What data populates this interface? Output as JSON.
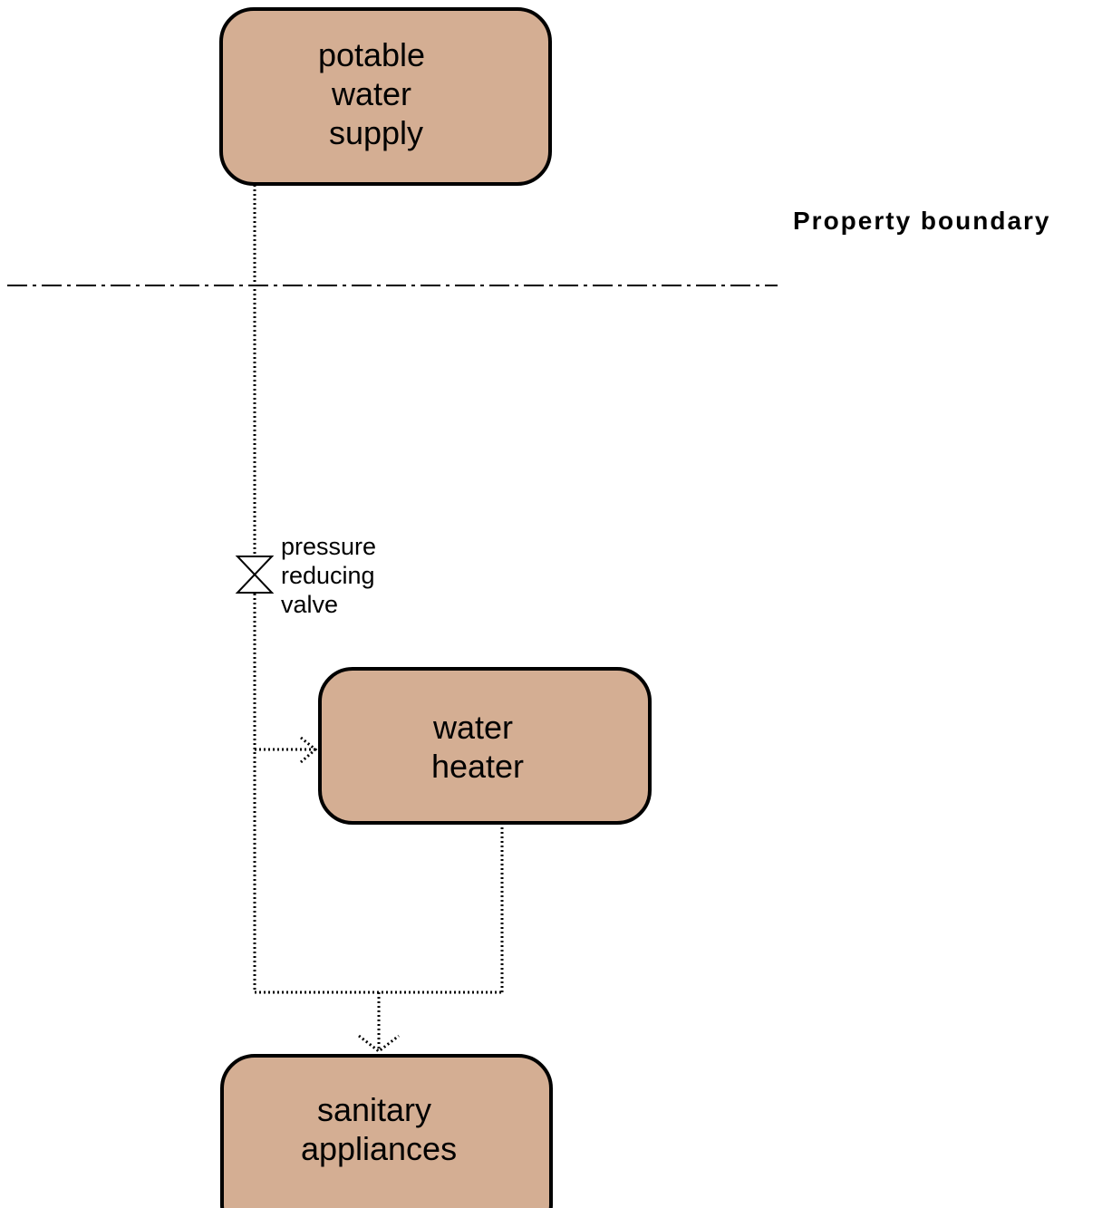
{
  "boundary": {
    "label": "Property boundary"
  },
  "nodes": {
    "supply": {
      "lines": [
        "potable",
        "water",
        "supply"
      ]
    },
    "heater": {
      "lines": [
        "water",
        "heater"
      ]
    },
    "appliances": {
      "lines": [
        "sanitary",
        "appliances"
      ]
    }
  },
  "valve": {
    "lines": [
      "pressure",
      "reducing",
      "valve"
    ]
  },
  "colors": {
    "box_fill": "#d4ae93",
    "line": "#000000",
    "background": "#ffffff"
  }
}
